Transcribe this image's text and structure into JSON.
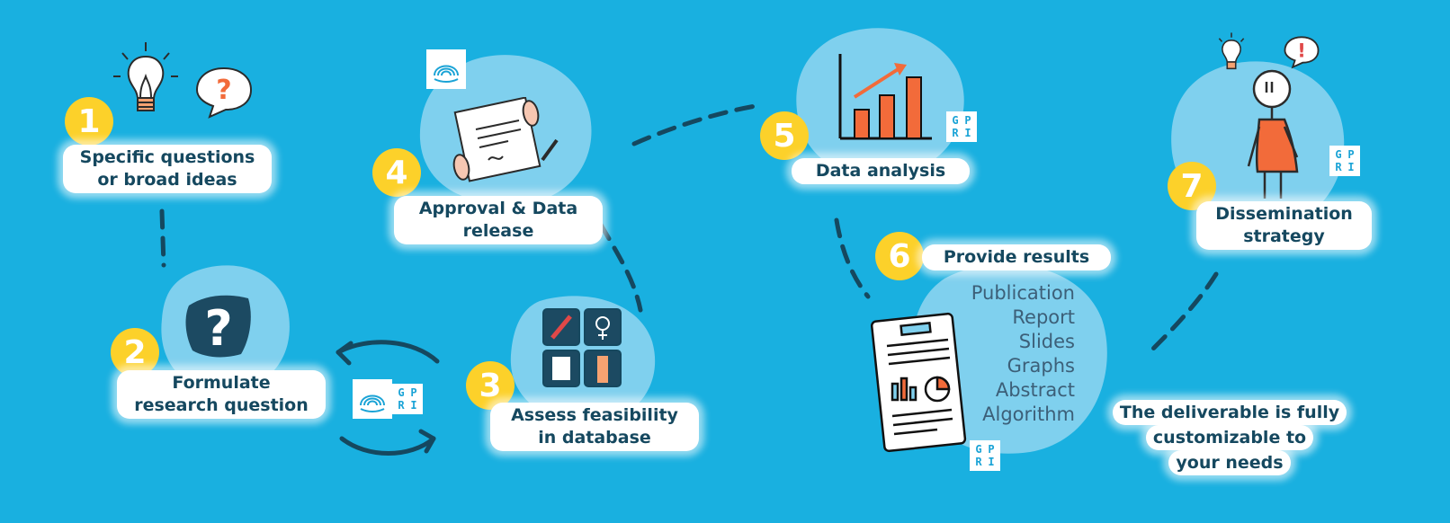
{
  "steps": [
    {
      "number": "1",
      "line1": "Specific questions",
      "line2": "or broad ideas"
    },
    {
      "number": "2",
      "line1": "Formulate",
      "line2": "research question"
    },
    {
      "number": "3",
      "line1": "Assess feasibility",
      "line2": "in database"
    },
    {
      "number": "4",
      "line1": "Approval & Data",
      "line2": "release"
    },
    {
      "number": "5",
      "line1": "Data analysis"
    },
    {
      "number": "6",
      "line1": "Provide results"
    },
    {
      "number": "7",
      "line1": "Dissemination",
      "line2": "strategy"
    }
  ],
  "deliverables": [
    "Publication",
    "Report",
    "Slides",
    "Graphs",
    "Abstract",
    "Algorithm"
  ],
  "note": {
    "line1": "The deliverable is fully",
    "line2": "customizable to",
    "line3": "your needs"
  },
  "logo_gpri": {
    "a": "G",
    "b": "P",
    "c": "R",
    "d": "I"
  },
  "colors": {
    "background": "#19b0e0",
    "blob": "#7fd0ee",
    "badge": "#fcd12a",
    "text": "#15485f",
    "accent": "#f26b3a"
  },
  "icons": [
    "lightbulb-icon",
    "question-bubble-icon",
    "question-mark-icon",
    "cycle-arrows-icon",
    "scroll-document-icon",
    "bar-chart-icon",
    "report-document-icon",
    "stick-figure-icon"
  ]
}
